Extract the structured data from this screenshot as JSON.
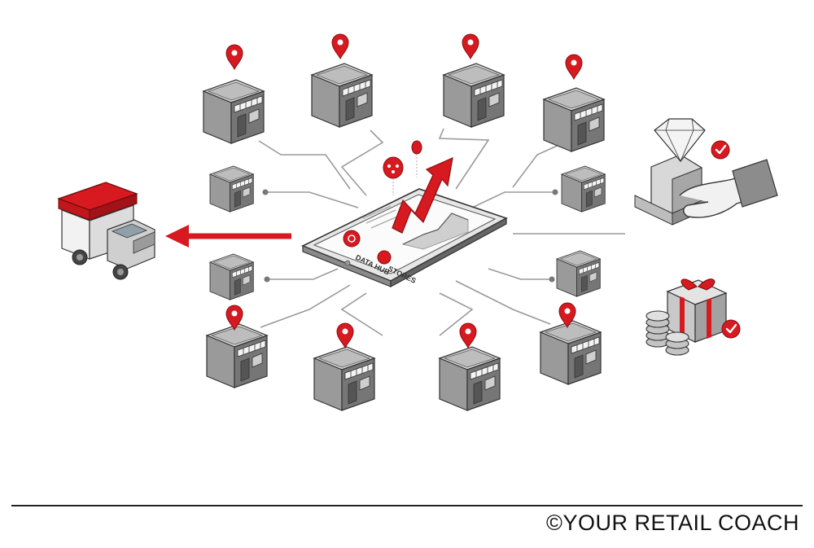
{
  "hub": {
    "label_primary": "DATA HUB",
    "label_secondary": "STORES"
  },
  "footer": {
    "copyright_symbol": "©",
    "brand": "YOUR RETAIL COACH"
  },
  "palette": {
    "accent": "#d71920",
    "line": "#999999",
    "store_front": "#9a9a9a",
    "store_side": "#6e6e6e",
    "store_top": "#d4d4d4"
  },
  "icons": [
    "map-pin-icon",
    "store-icon",
    "delivery-truck-icon",
    "tablet-icon",
    "growth-arrow-icon",
    "diamond-icon",
    "handshake-icon",
    "gift-box-icon",
    "coin-stack-icon",
    "check-badge-icon"
  ]
}
